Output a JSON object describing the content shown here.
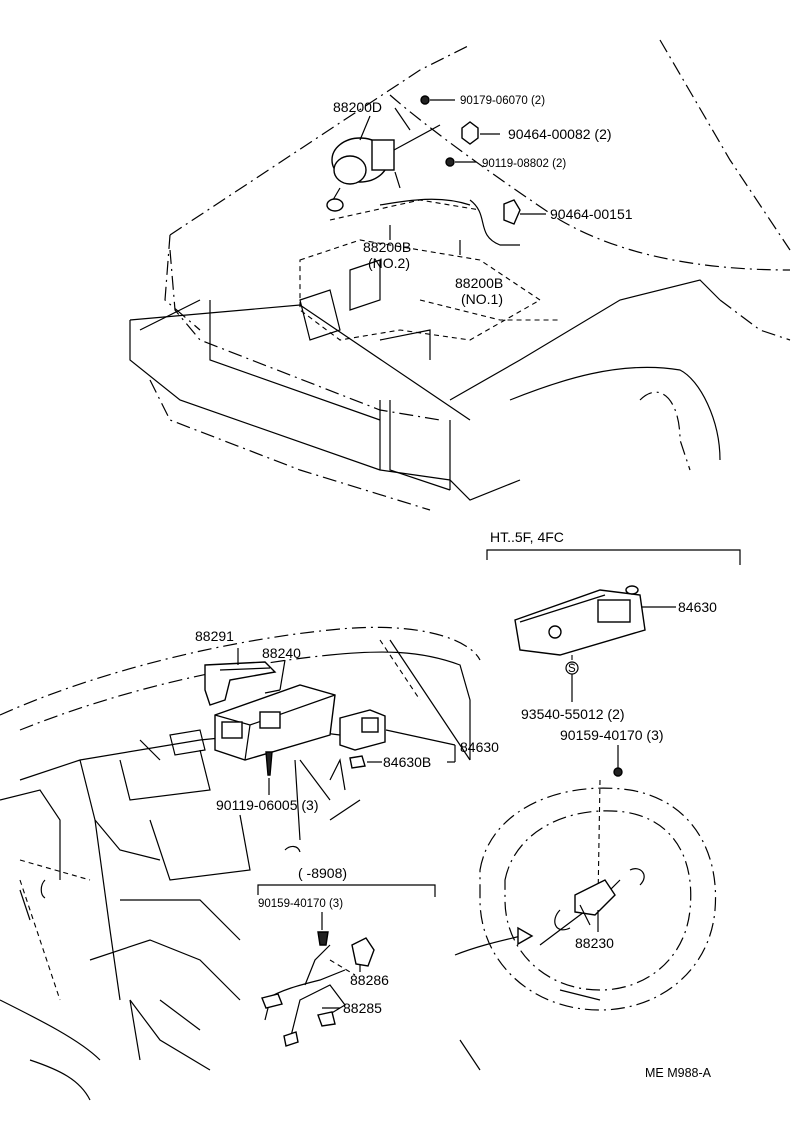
{
  "top": {
    "labels": {
      "actuator": "88200D",
      "bolt1": "90179-06070 (2)",
      "clip1": "90464-00082 (2)",
      "bolt2": "90119-08802 (2)",
      "clip2": "90464-00151",
      "cable2": "88200B",
      "cable2_no": "(NO.2)",
      "cable1": "88200B",
      "cable1_no": "(NO.1)"
    }
  },
  "ht_section": {
    "header": "HT..5F, 4FC",
    "labels": {
      "computer": "84630",
      "screw": "93540-55012 (2)",
      "s_mark": "S",
      "screw2": "90159-40170 (3)",
      "steering_sw": "88230"
    }
  },
  "dash_section": {
    "labels": {
      "bracket": "88291",
      "computer": "88240",
      "switch": "84630",
      "switch_b": "84630B",
      "screw": "90119-06005 (3)"
    }
  },
  "inset": {
    "header": "(  -8908)",
    "labels": {
      "screw": "90159-40170 (3)",
      "cover": "88286",
      "harness": "88285"
    }
  },
  "footer": {
    "code": "ME  M988-A"
  }
}
